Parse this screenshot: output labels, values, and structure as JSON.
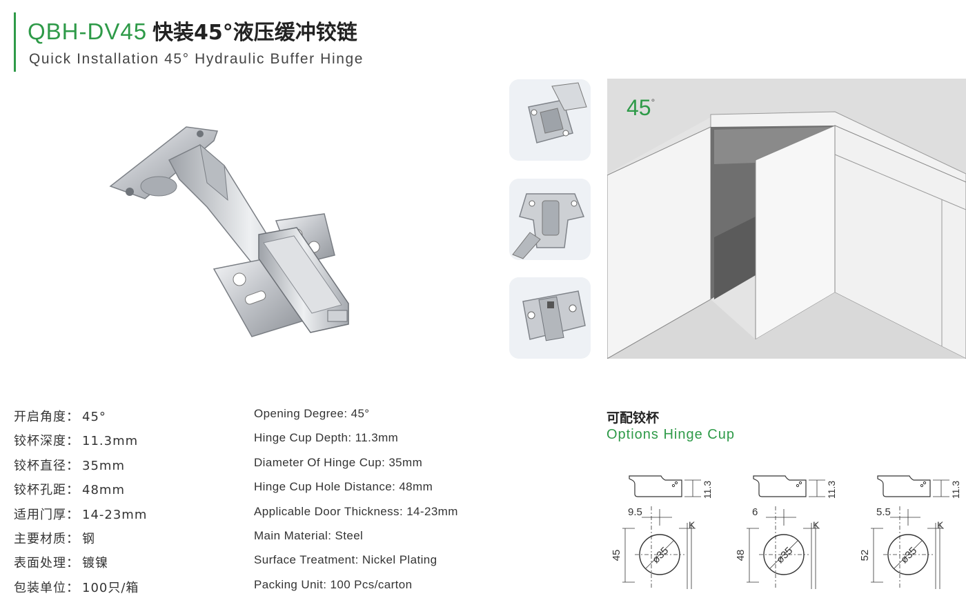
{
  "header": {
    "model_code": "QBH-DV45",
    "title_cn": "快装45°液压缓冲铰链",
    "title_en": "Quick Installation 45° Hydraulic Buffer Hinge"
  },
  "scene": {
    "angle_label": "45",
    "angle_unit": "°"
  },
  "specs_cn": [
    {
      "label": "开启角度：",
      "value": "45°"
    },
    {
      "label": "铰杯深度：",
      "value": "11.3mm"
    },
    {
      "label": "铰杯直径：",
      "value": "35mm"
    },
    {
      "label": "铰杯孔距：",
      "value": "48mm"
    },
    {
      "label": "适用门厚：",
      "value": "14-23mm"
    },
    {
      "label": "主要材质：",
      "value": "钢"
    },
    {
      "label": "表面处理：",
      "value": "镀镍"
    },
    {
      "label": "包装单位：",
      "value": "100只/箱"
    }
  ],
  "specs_en": [
    "Opening Degree: 45°",
    "Hinge Cup Depth: 11.3mm",
    "Diameter Of Hinge Cup: 35mm",
    "Hinge Cup Hole Distance: 48mm",
    "Applicable Door Thickness: 14-23mm",
    "Main Material: Steel",
    "Surface Treatment: Nickel Plating",
    "Packing Unit: 100 Pcs/carton"
  ],
  "options": {
    "title_cn": "可配铰杯",
    "title_en": "Options Hinge Cup",
    "cups": [
      {
        "depth": "11.3",
        "offset": "9.5",
        "hole_distance": "45",
        "diameter": "ø35",
        "k_label": "K"
      },
      {
        "depth": "11.3",
        "offset": "6",
        "hole_distance": "48",
        "diameter": "ø35",
        "k_label": "K"
      },
      {
        "depth": "11.3",
        "offset": "5.5",
        "hole_distance": "52",
        "diameter": "ø35",
        "k_label": "K"
      }
    ]
  },
  "colors": {
    "accent": "#2e9a48",
    "text": "#333333",
    "metal": "#c9ccd1"
  }
}
